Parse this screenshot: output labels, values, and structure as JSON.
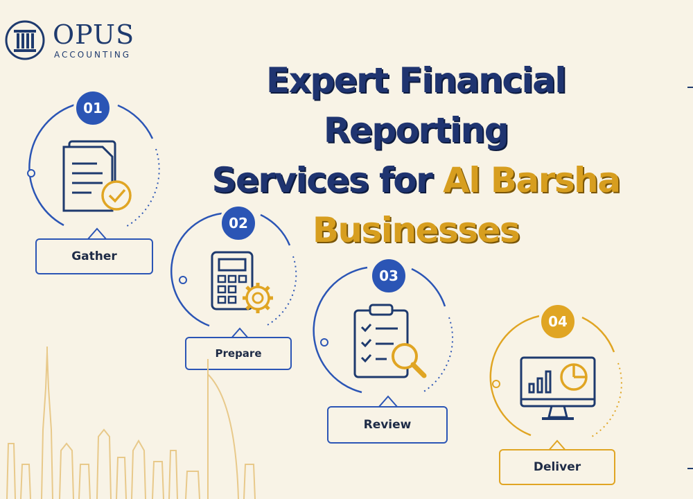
{
  "brand": {
    "name": "OPUS",
    "subtitle": "ACCOUNTING",
    "icon": "pillar-icon"
  },
  "heading": {
    "line1": "Expert Financial Reporting",
    "line2_prefix": "Services for",
    "line2_highlight": "Al Barsha",
    "line3": "Businesses"
  },
  "colors": {
    "navy": "#1f3470",
    "blue": "#2b55b5",
    "gold": "#e0a523",
    "background": "#f8f3e6"
  },
  "steps": [
    {
      "number": "01",
      "label": "Gather",
      "icon": "documents-check-icon"
    },
    {
      "number": "02",
      "label": "Prepare",
      "icon": "calculator-gear-icon"
    },
    {
      "number": "03",
      "label": "Review",
      "icon": "checklist-magnifier-icon"
    },
    {
      "number": "04",
      "label": "Deliver",
      "icon": "monitor-chart-icon"
    }
  ]
}
